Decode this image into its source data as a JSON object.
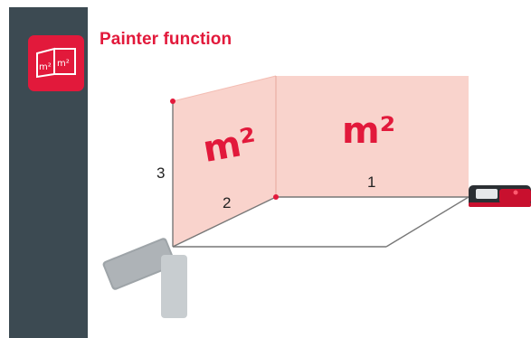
{
  "title": "Painter function",
  "icon": {
    "name": "painter-function-icon",
    "glyph_left": "m²",
    "glyph_right": "m²"
  },
  "walls": {
    "left_unit": "m²",
    "right_unit": "m²"
  },
  "dimensions": {
    "d1": "1",
    "d2": "2",
    "d3": "3"
  },
  "colors": {
    "accent": "#e2193b",
    "sidebar": "#3c4a52",
    "wall_fill": "#f9d3cc",
    "device_red": "#c8102e"
  }
}
